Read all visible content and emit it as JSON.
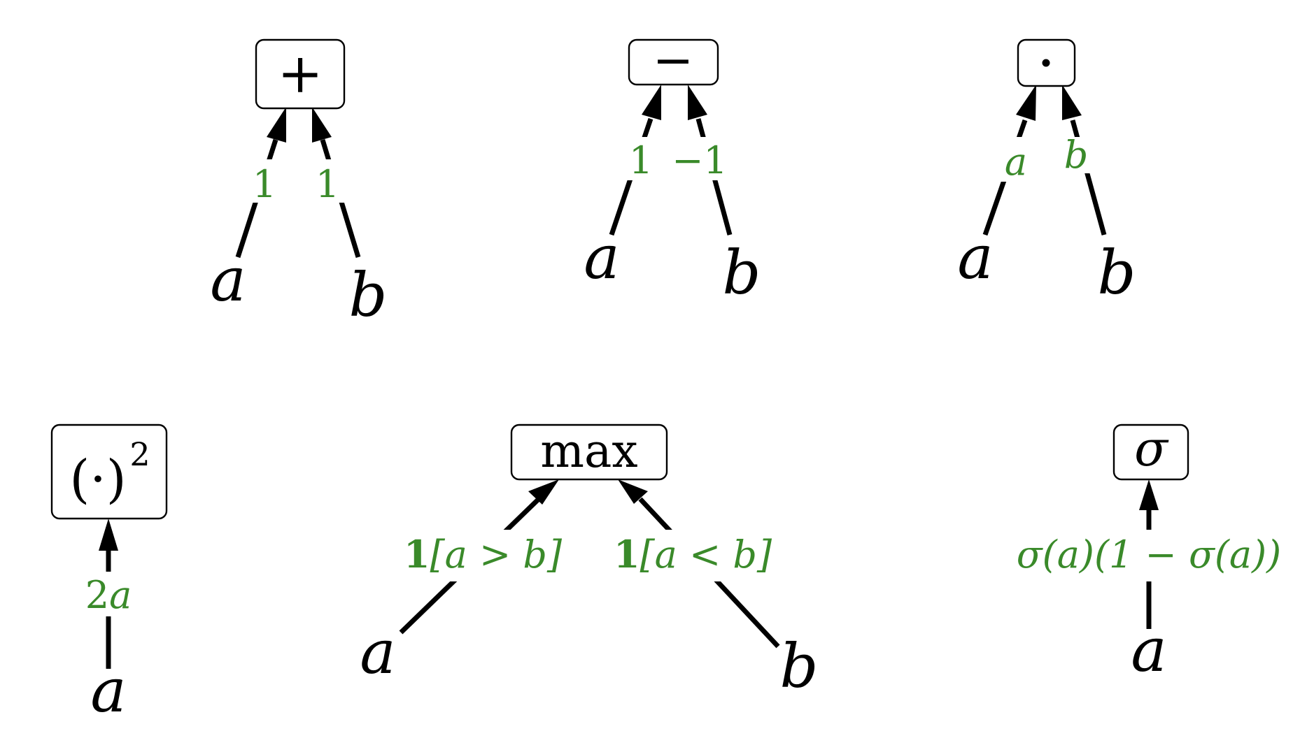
{
  "colors": {
    "edge": "#000000",
    "gradient_label": "#3a8a2a",
    "box_border": "#000000",
    "background": "#ffffff"
  },
  "nodes": {
    "add": {
      "op": "+",
      "input_a": "a",
      "input_b": "b",
      "grad_a": "1",
      "grad_b": "1"
    },
    "subtract": {
      "op": "−",
      "input_a": "a",
      "input_b": "b",
      "grad_a": "1",
      "grad_b": "−1"
    },
    "multiply": {
      "op": "·",
      "input_a": "a",
      "input_b": "b",
      "grad_a": "b",
      "grad_b": "a"
    },
    "square": {
      "op_inner": "(·)",
      "op_exponent": "2",
      "input_a": "a",
      "grad_coeff": "2",
      "grad_var": "a"
    },
    "max": {
      "op": "max",
      "input_a": "a",
      "input_b": "b",
      "grad_a_indicator": "1",
      "grad_a_condition": "[a > b]",
      "grad_b_indicator": "1",
      "grad_b_condition": "[a < b]"
    },
    "sigmoid": {
      "op": "σ",
      "input_a": "a",
      "grad_label": "σ(a)(1 − σ(a))"
    }
  }
}
